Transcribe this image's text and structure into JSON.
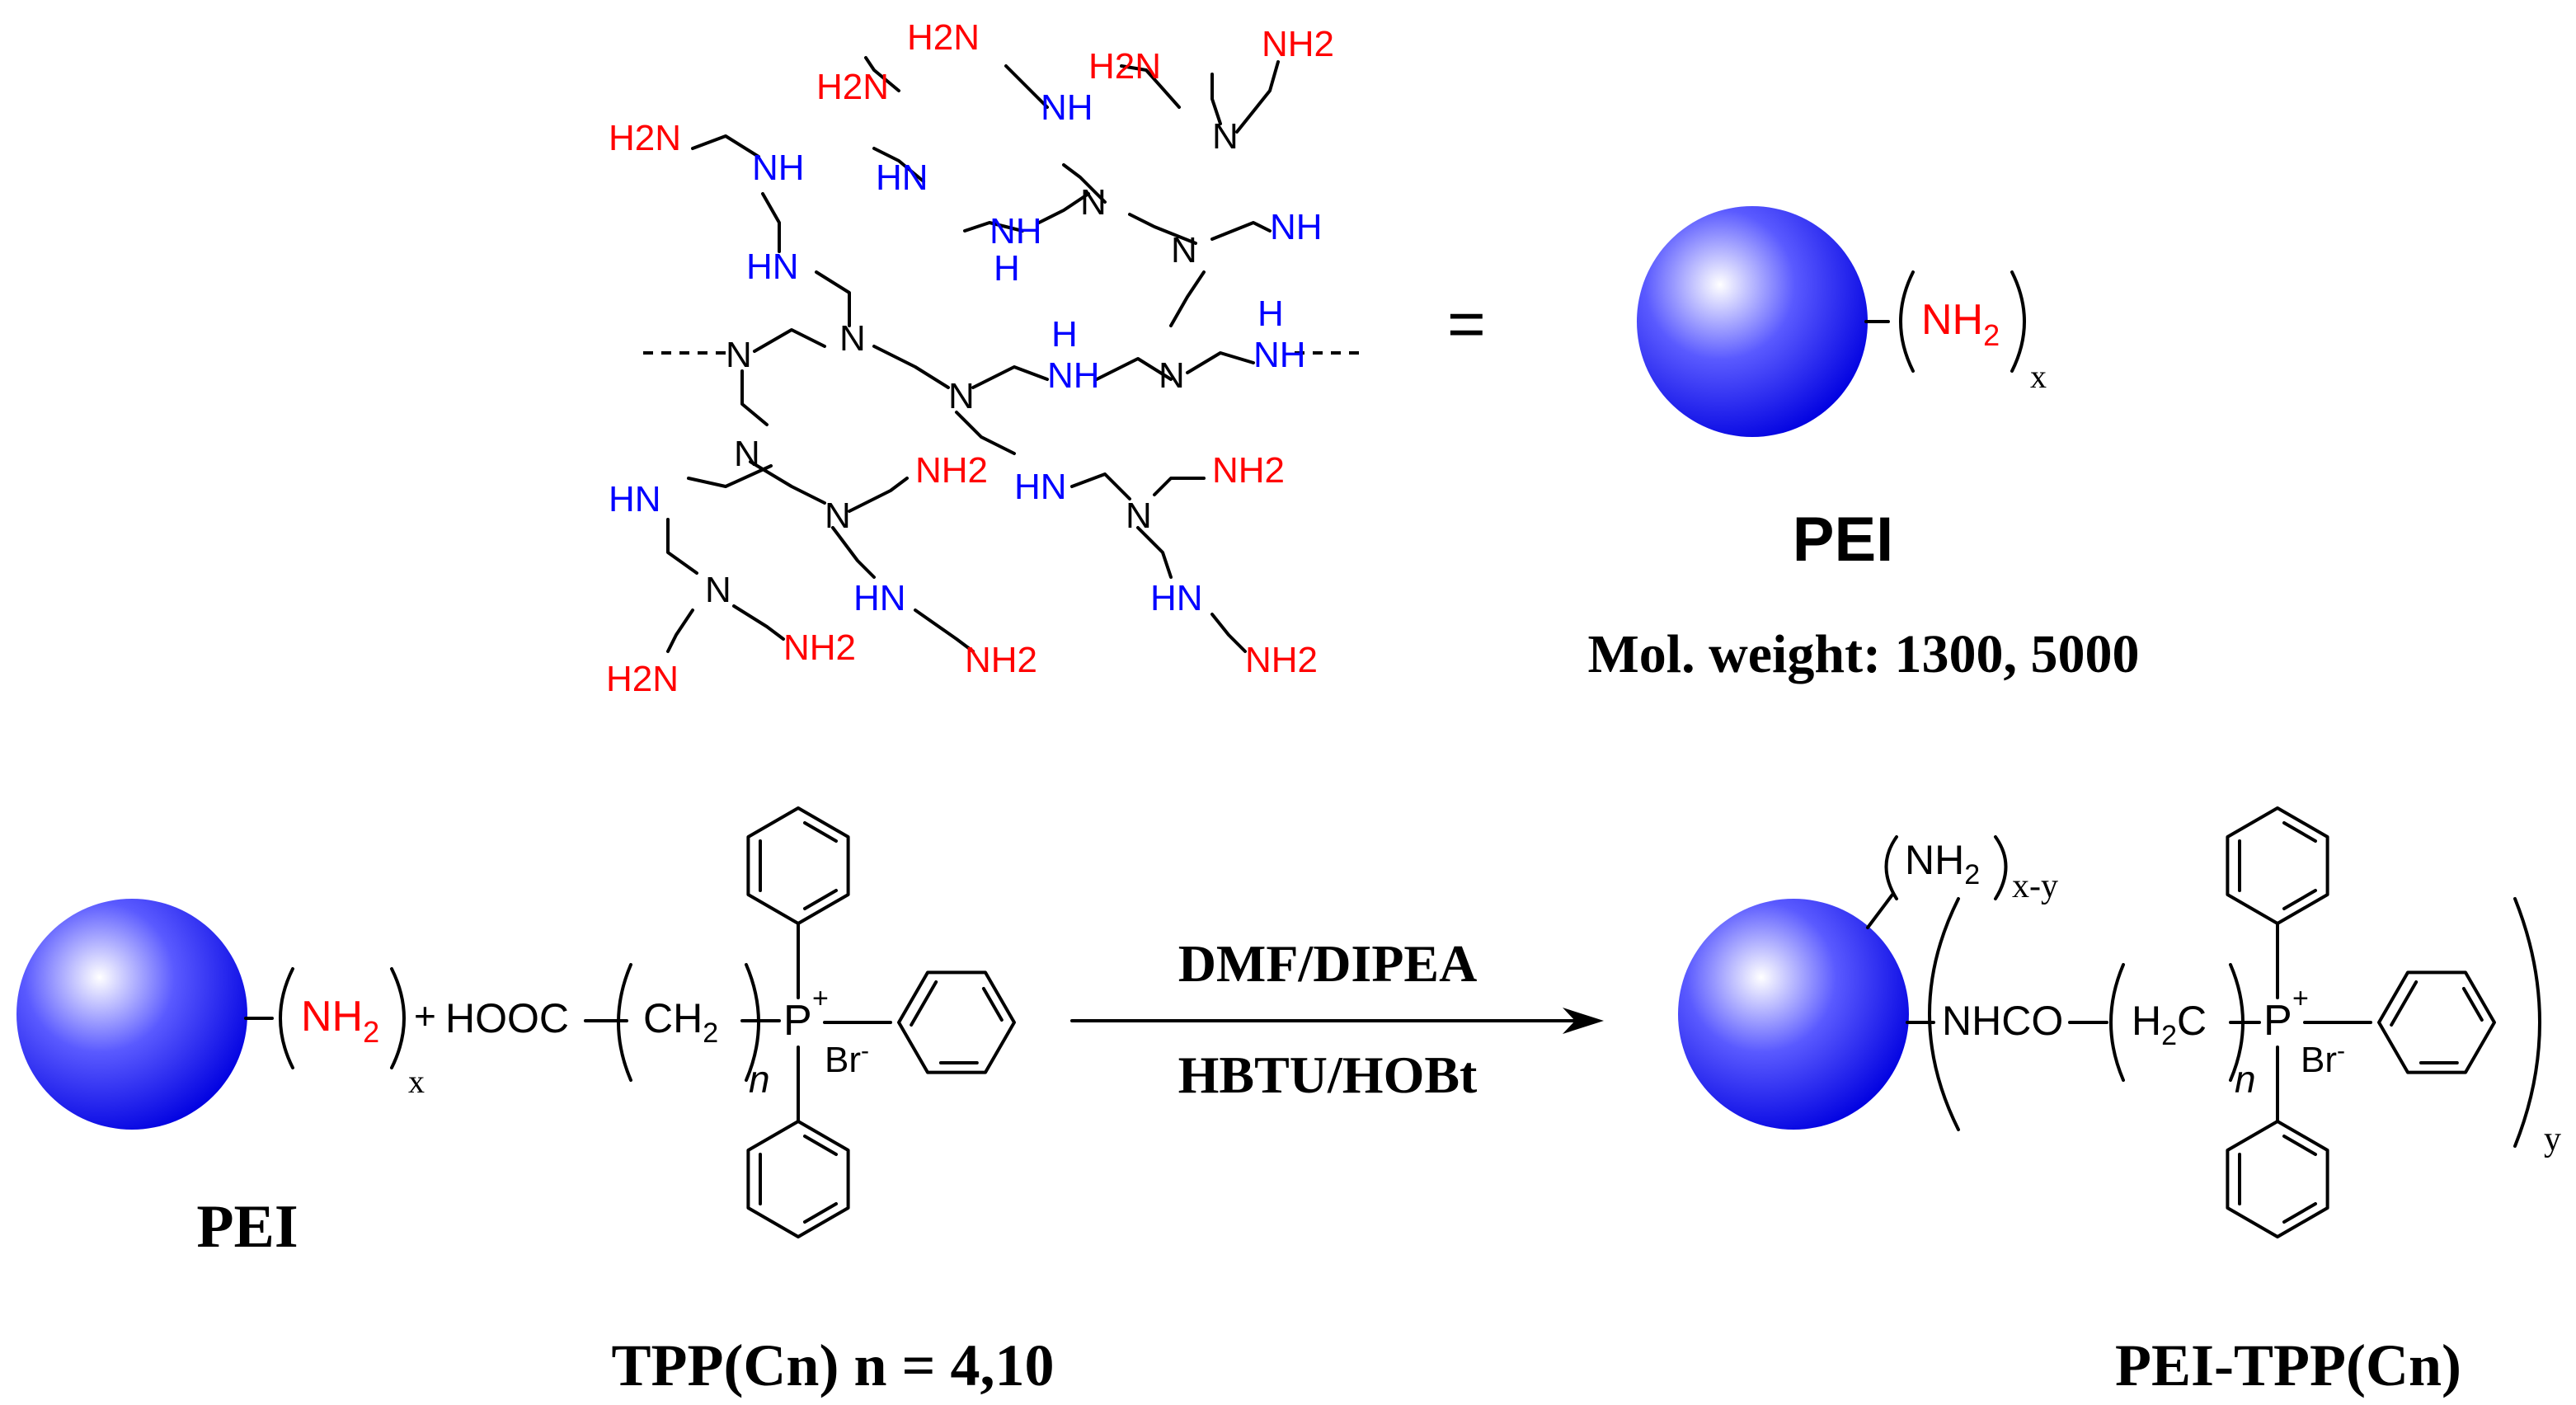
{
  "colors": {
    "primary_amine": "#ff0000",
    "secondary_amine": "#0000ff",
    "tertiary_amine": "#000000",
    "sphere_light": "#ffffff",
    "sphere_mid": "#5a5aff",
    "sphere_dark": "#0000e0"
  },
  "structure": {
    "primary_label": "H2N",
    "primary_label_alt": "NH2",
    "secondary_label": "NH",
    "secondary_label_alt": "HN",
    "tertiary_label": "N",
    "h_label": "H"
  },
  "equals": "=",
  "pei_box": {
    "amine": "NH",
    "amine_sub": "2",
    "subscript": "x",
    "name": "PEI",
    "mol_weight": "Mol. weight: 1300, 5000"
  },
  "reaction": {
    "pei_amine": "NH",
    "pei_amine_sub": "2",
    "pei_subscript": "x",
    "plus": "+",
    "hooc": "HOOC",
    "ch2": "CH",
    "ch2_sub": "2",
    "n": "n",
    "p": "P",
    "plus_charge": "+",
    "br": "Br",
    "minus_charge": "-",
    "reagent_top": "DMF/DIPEA",
    "reagent_bottom": "HBTU/HOBt",
    "pei_label": "PEI",
    "tpp_label": "TPP(Cn) n = 4,10",
    "product_nh2": "NH",
    "product_nh2_sub": "2",
    "product_xy": "x-y",
    "product_nhco": "NHCO",
    "product_h2c": "H",
    "product_h2c_sub": "2",
    "product_h2c_c": "C",
    "product_y": "y",
    "product_label": "PEI-TPP(Cn)"
  }
}
